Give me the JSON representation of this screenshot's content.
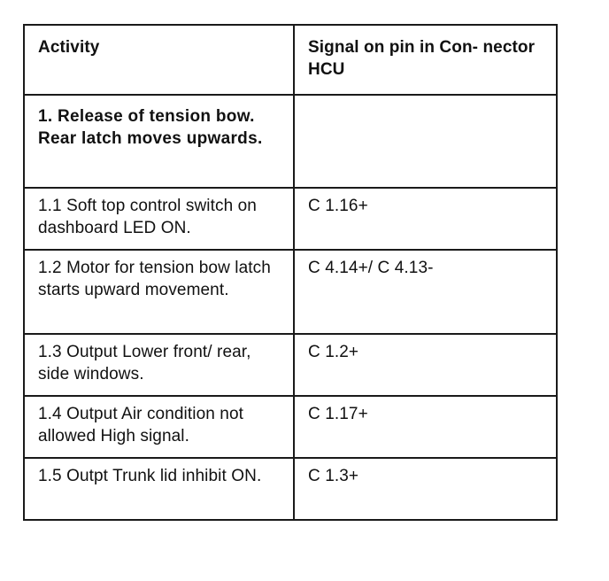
{
  "table": {
    "headers": {
      "activity": "Activity",
      "signal": "Signal on pin in Con- nector HCU"
    },
    "rows": [
      {
        "activity": "1. Release of tension bow. Rear latch moves upwards.",
        "signal": ""
      },
      {
        "activity": "1.1 Soft top control switch on dashboard LED ON.",
        "signal": "C 1.16+"
      },
      {
        "activity": "1.2 Motor for tension bow latch starts upward movement.",
        "signal": "C 4.14+/ C 4.13-"
      },
      {
        "activity": "1.3 Output Lower front/ rear, side windows.",
        "signal": "C 1.2+"
      },
      {
        "activity": "1.4 Output Air condition not allowed High signal.",
        "signal": "C 1.17+"
      },
      {
        "activity": "1.5 Outpt Trunk lid inhibit ON.",
        "signal": "C 1.3+"
      }
    ]
  }
}
